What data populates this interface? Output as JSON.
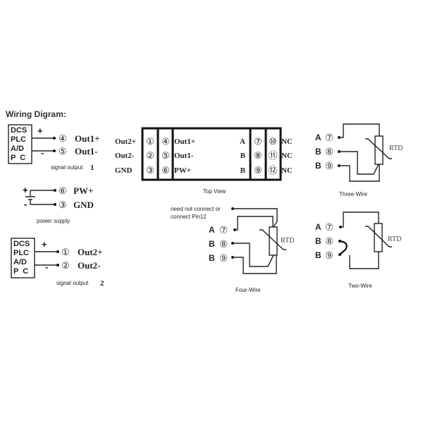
{
  "title": "Wiring Digram:",
  "dcs_box": [
    "DCS",
    "PLC",
    "A/D",
    "P  C"
  ],
  "plus": "+",
  "minus": "-",
  "signal_output_1": {
    "pins": [
      {
        "num": "④",
        "label": "Out1+"
      },
      {
        "num": "⑤",
        "label": "Out1-"
      }
    ],
    "caption": "signal output",
    "caption_num": "1"
  },
  "power_supply": {
    "pins": [
      {
        "num": "⑥",
        "label": "PW+"
      },
      {
        "num": "③",
        "label": "GND"
      }
    ],
    "caption": "power supply"
  },
  "signal_output_2": {
    "pins": [
      {
        "num": "①",
        "label": "Out2+"
      },
      {
        "num": "②",
        "label": "Out2-"
      }
    ],
    "caption": "signal output",
    "caption_num": "2"
  },
  "top_view": {
    "caption": "Top View",
    "left_labels": [
      "Out2+",
      "Out2-",
      "GND"
    ],
    "col1": [
      "①",
      "②",
      "③"
    ],
    "col2": [
      "④",
      "⑤",
      "⑥"
    ],
    "inner_left": [
      "Out1+",
      "Out1-",
      "PW+"
    ],
    "inner_right": [
      "A",
      "B",
      "B"
    ],
    "col3": [
      "⑦",
      "⑧",
      "⑨"
    ],
    "col4": [
      "⑩",
      "⑪",
      "⑫"
    ],
    "right_labels": [
      "NC",
      "NC",
      "NC"
    ]
  },
  "rtd": {
    "label": "RTD",
    "pin_letters": [
      "A",
      "B",
      "B"
    ],
    "pin_nums": [
      "⑦",
      "⑧",
      "⑨"
    ],
    "three_wire": "Three-Wire",
    "four_wire": "Four-Wire",
    "two_wire": "Two-Wire",
    "note_line1": "need not connect or",
    "note_line2": "connect Pin12"
  }
}
